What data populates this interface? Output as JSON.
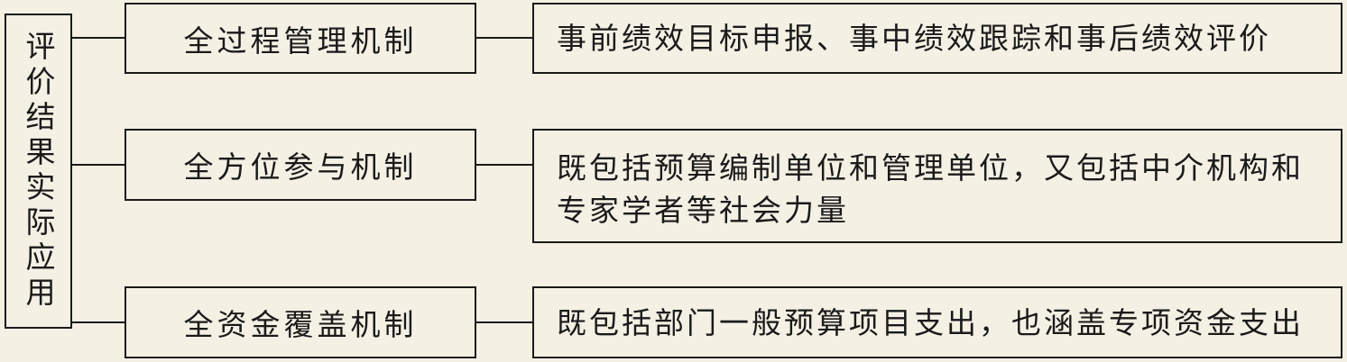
{
  "root": {
    "label": "评价结果实际应用"
  },
  "branches": [
    {
      "mechanism": "全过程管理机制",
      "description": [
        "事前绩效目标申报、事中绩效跟踪和事后绩效评价"
      ]
    },
    {
      "mechanism": "全方位参与机制",
      "description": [
        "既包括预算编制单位和管理单位，又包括中介机构和",
        "专家学者等社会力量"
      ]
    },
    {
      "mechanism": "全资金覆盖机制",
      "description": [
        "既包括部门一般预算项目支出，也涵盖专项资金支出"
      ]
    }
  ],
  "colors": {
    "background": "#f4f0e4",
    "line": "#1a1a1a"
  }
}
